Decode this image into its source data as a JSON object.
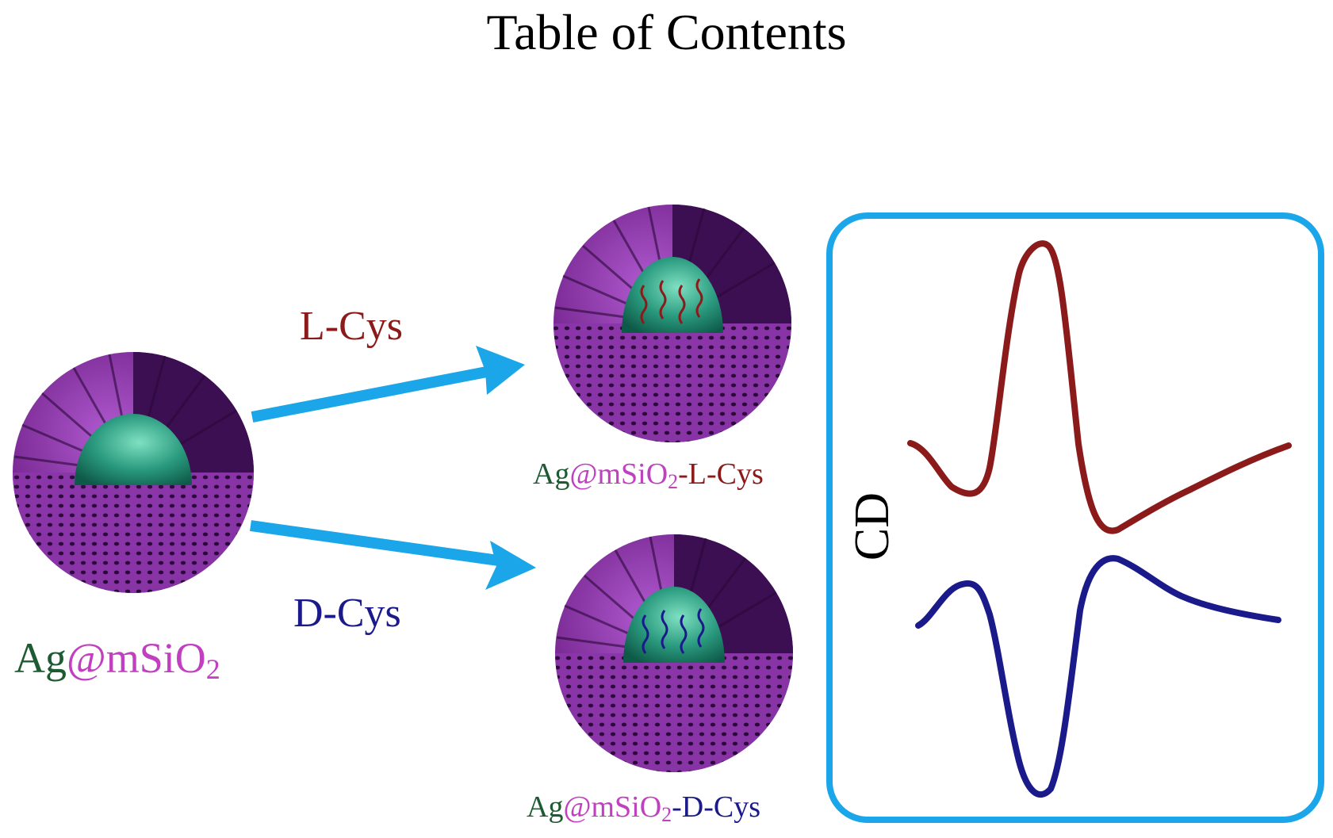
{
  "title": "Table of Contents",
  "source_label": {
    "prefix": "Ag",
    "suffix": "@mSiO",
    "subscript": "2"
  },
  "arrow_top_label": "L-Cys",
  "arrow_bottom_label": "D-Cys",
  "product_top_label": {
    "prefix": "Ag",
    "middle": "@mSiO",
    "subscript": "2",
    "suffix": "-L-Cys"
  },
  "product_bottom_label": {
    "prefix": "Ag",
    "middle": "@mSiO",
    "subscript": "2",
    "suffix": "-D-Cys"
  },
  "cd_panel_label": "CD",
  "colors": {
    "shell": "#7b2a95",
    "shell_dark": "#3c0e52",
    "core": "#2a9a7e",
    "arrow": "#1aa6e8",
    "l_cys": "#8b1a1a",
    "d_cys": "#1a1a8b",
    "label_green": "#1e5a32",
    "label_magenta": "#c040c0",
    "panel_border": "#1aa6e8"
  }
}
